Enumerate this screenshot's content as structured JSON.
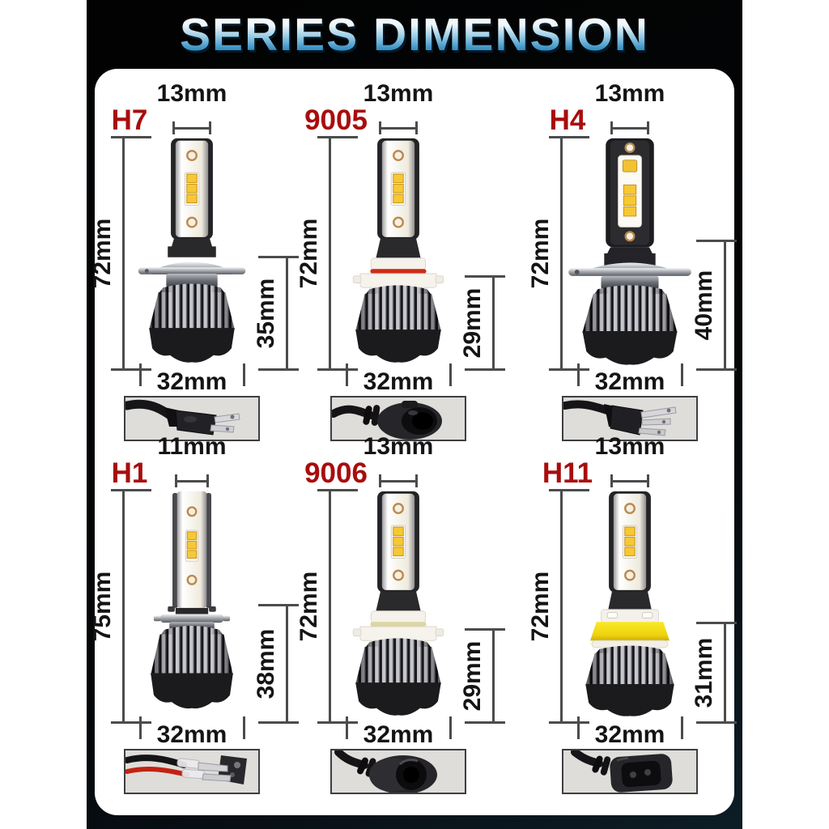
{
  "header": {
    "title": "SERIES DIMENSION"
  },
  "colors": {
    "title_gradient_top": "#ffffff",
    "title_gradient_bottom": "#1a6ea6",
    "label_red": "#a80d0d",
    "dimension_line_gray": "#4c4c4c",
    "led_chip_yellow": "#f7c832",
    "h11_collar_yellow": "#f2d50c",
    "oring_red_9005": "#cc2c15",
    "oring_cream_9006": "#dcd6a0",
    "connector_box_bg": "#dfddda",
    "stage_black": "#040608"
  },
  "figures": [
    {
      "label": "H7",
      "top_width": "13mm",
      "height": "72mm",
      "base_height": "35mm",
      "bottom_width": "32mm",
      "connector_type": "two-flat-pin-plug"
    },
    {
      "label": "9005",
      "top_width": "13mm",
      "height": "72mm",
      "base_height": "29mm",
      "bottom_width": "32mm",
      "connector_type": "oval-barrel-socket"
    },
    {
      "label": "H4",
      "top_width": "13mm",
      "height": "72mm",
      "base_height": "40mm",
      "bottom_width": "32mm",
      "connector_type": "three-flat-pin-plug"
    },
    {
      "label": "H1",
      "top_width": "11mm",
      "height": "75mm",
      "base_height": "38mm",
      "bottom_width": "32mm",
      "connector_type": "bare-spade-terminals-red-black-wires"
    },
    {
      "label": "9006",
      "top_width": "13mm",
      "height": "72mm",
      "base_height": "29mm",
      "bottom_width": "32mm",
      "connector_type": "round-front-socket"
    },
    {
      "label": "H11",
      "top_width": "13mm",
      "height": "72mm",
      "base_height": "31mm",
      "bottom_width": "32mm",
      "connector_type": "square-front-socket"
    }
  ]
}
